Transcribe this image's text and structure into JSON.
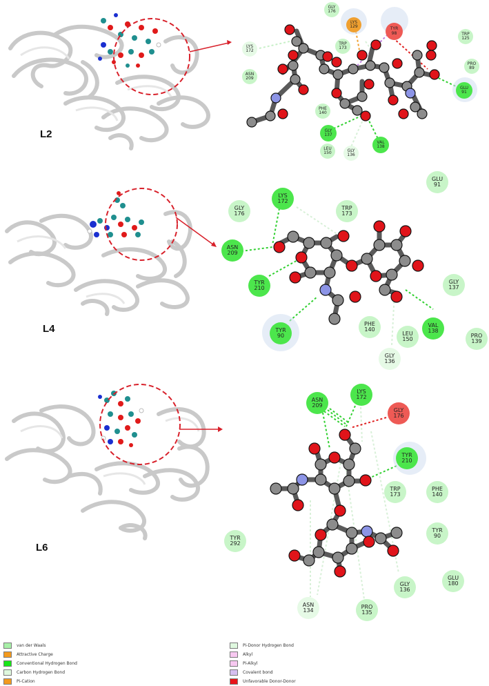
{
  "panels": [
    {
      "id": "L2",
      "label": "L2",
      "residues": [
        {
          "name": "GLY",
          "num": "176",
          "type": "vdw"
        },
        {
          "name": "LYS",
          "num": "129",
          "type": "attractive"
        },
        {
          "name": "TYR",
          "num": "98",
          "type": "unfavorable"
        },
        {
          "name": "TRP",
          "num": "125",
          "type": "vdw"
        },
        {
          "name": "LYS",
          "num": "172",
          "type": "carbon_h"
        },
        {
          "name": "TRP",
          "num": "173",
          "type": "vdw"
        },
        {
          "name": "PRO",
          "num": "89",
          "type": "vdw"
        },
        {
          "name": "ASN",
          "num": "209",
          "type": "vdw"
        },
        {
          "name": "GLU",
          "num": "91",
          "type": "conventional_h"
        },
        {
          "name": "PHE",
          "num": "140",
          "type": "vdw"
        },
        {
          "name": "GLY",
          "num": "137",
          "type": "conventional_h"
        },
        {
          "name": "VAL",
          "num": "138",
          "type": "conventional_h"
        },
        {
          "name": "LEU",
          "num": "150",
          "type": "vdw"
        },
        {
          "name": "GLY",
          "num": "136",
          "type": "carbon_h"
        }
      ]
    },
    {
      "id": "L4",
      "label": "L4",
      "residues": [
        {
          "name": "GLU",
          "num": "91",
          "type": "vdw"
        },
        {
          "name": "LYS",
          "num": "172",
          "type": "conventional_h"
        },
        {
          "name": "GLY",
          "num": "176",
          "type": "vdw"
        },
        {
          "name": "TRP",
          "num": "173",
          "type": "vdw"
        },
        {
          "name": "ASN",
          "num": "209",
          "type": "conventional_h"
        },
        {
          "name": "TYR",
          "num": "210",
          "type": "conventional_h"
        },
        {
          "name": "GLY",
          "num": "137",
          "type": "vdw"
        },
        {
          "name": "TYR",
          "num": "90",
          "type": "conventional_h"
        },
        {
          "name": "PHE",
          "num": "140",
          "type": "vdw"
        },
        {
          "name": "VAL",
          "num": "138",
          "type": "conventional_h"
        },
        {
          "name": "LEU",
          "num": "150",
          "type": "vdw"
        },
        {
          "name": "PRO",
          "num": "139",
          "type": "vdw"
        },
        {
          "name": "GLY",
          "num": "136",
          "type": "carbon_h"
        }
      ]
    },
    {
      "id": "L6",
      "label": "L6",
      "residues": [
        {
          "name": "ASN",
          "num": "209",
          "type": "conventional_h"
        },
        {
          "name": "LYS",
          "num": "172",
          "type": "conventional_h"
        },
        {
          "name": "GLY",
          "num": "176",
          "type": "unfavorable"
        },
        {
          "name": "TYR",
          "num": "210",
          "type": "conventional_h"
        },
        {
          "name": "TRP",
          "num": "173",
          "type": "vdw"
        },
        {
          "name": "PHE",
          "num": "140",
          "type": "vdw"
        },
        {
          "name": "TYR",
          "num": "90",
          "type": "vdw"
        },
        {
          "name": "TYR",
          "num": "292",
          "type": "vdw"
        },
        {
          "name": "GLU",
          "num": "180",
          "type": "vdw"
        },
        {
          "name": "GLY",
          "num": "136",
          "type": "vdw"
        },
        {
          "name": "ASN",
          "num": "134",
          "type": "carbon_h"
        },
        {
          "name": "PRO",
          "num": "135",
          "type": "vdw"
        }
      ]
    }
  ],
  "legend": {
    "items": [
      {
        "label": "van der Waals",
        "color": "#a8f0a8"
      },
      {
        "label": "Attractive Charge",
        "color": "#f39a1e"
      },
      {
        "label": "Conventional Hydrogen Bond",
        "color": "#19e619"
      },
      {
        "label": "Carbon Hydrogen Bond",
        "color": "#dff8df"
      },
      {
        "label": "Pi-Cation",
        "color": "#f39a1e"
      },
      {
        "label": "Pi-Donor Hydrogen Bond",
        "color": "#dff8df"
      },
      {
        "label": "Alkyl",
        "color": "#f7c8f0"
      },
      {
        "label": "Pi-Alkyl",
        "color": "#f7c8f0"
      },
      {
        "label": "Covalent bond",
        "color": "#d5bff0"
      },
      {
        "label": "Unfavorable Donor-Donor",
        "color": "#e8141a"
      }
    ]
  },
  "colors": {
    "vdw": "#c8f5c8",
    "carbon_h": "#e6fae6",
    "conventional_h": "#4ce64c",
    "attractive": "#f0a030",
    "unfavorable": "#ee5a55",
    "highlight_circle": "#d8202a",
    "carbon_atom": "#8c8c8c",
    "oxygen_atom": "#e0141a",
    "nitrogen_atom": "#8c94e6"
  }
}
